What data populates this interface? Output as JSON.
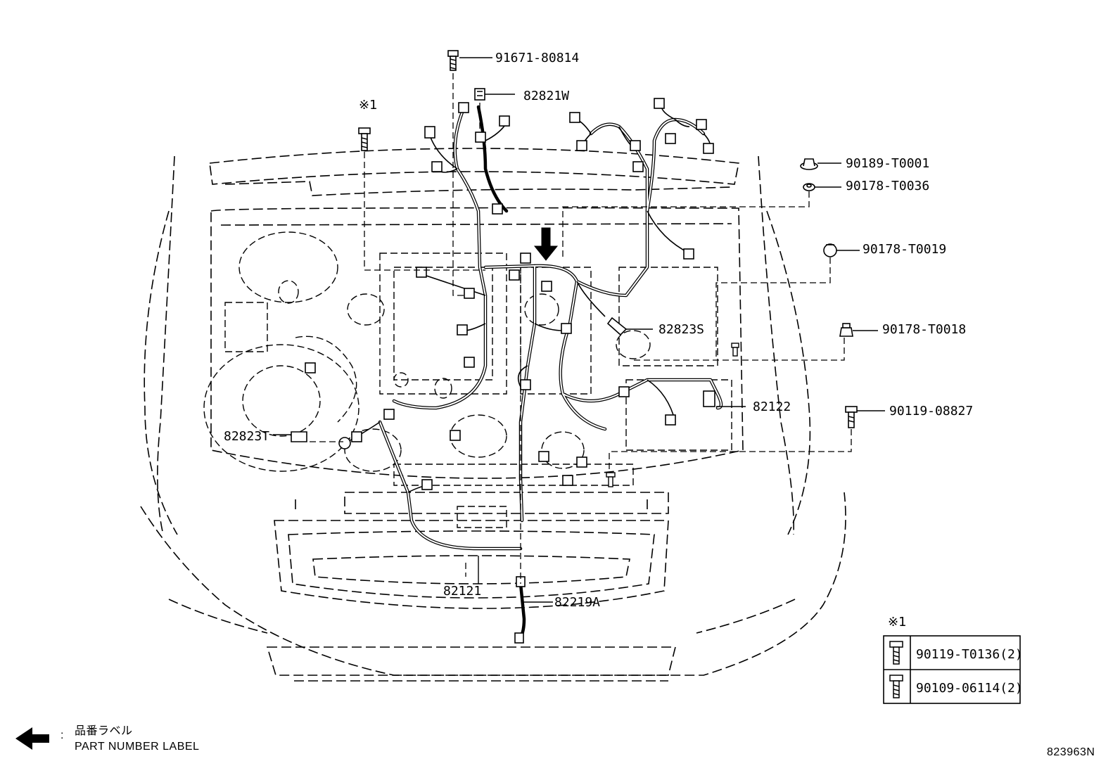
{
  "diagram": {
    "part_labels": {
      "p91671": "91671-80814",
      "p82821w": "82821W",
      "p90189": "90189-T0001",
      "p90178_36": "90178-T0036",
      "p90178_19": "90178-T0019",
      "p90178_18": "90178-T0018",
      "p82823s": "82823S",
      "p82122": "82122",
      "p90119": "90119-08827",
      "p82823t": "82823T",
      "p82121": "82121",
      "p82219a": "82219A"
    },
    "note_mark_top": "※1",
    "note_table": {
      "mark": "※1",
      "rows": [
        {
          "part": "90119-T0136(2)",
          "icon": "bolt-icon"
        },
        {
          "part": "90109-06114(2)",
          "icon": "bolt-icon"
        }
      ]
    },
    "legend": {
      "label_jp": "品番ラベル",
      "label_en": "PART NUMBER LABEL",
      "icon": "arrow-left-icon"
    },
    "illustration_id": "823963N",
    "accent_color": "#000000"
  }
}
